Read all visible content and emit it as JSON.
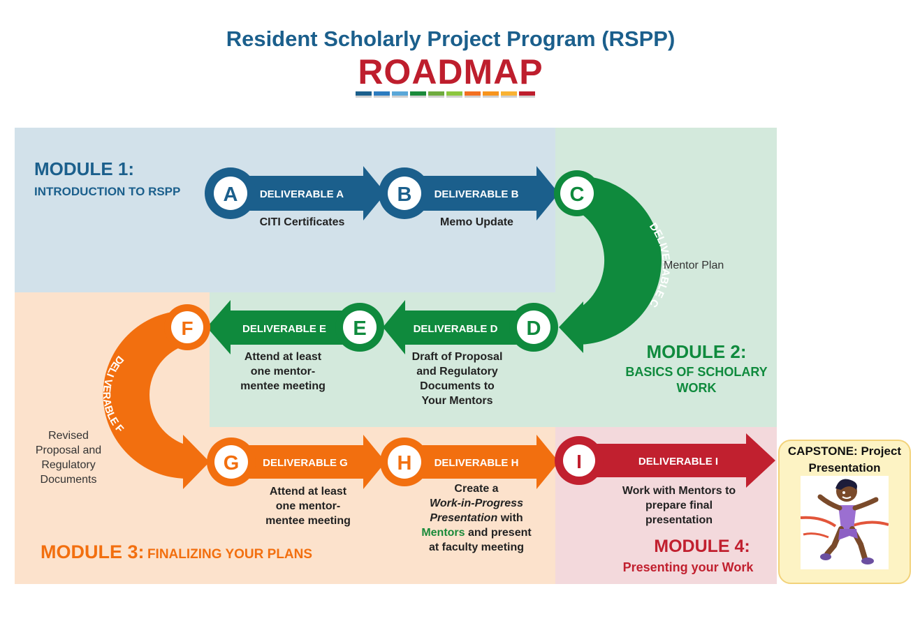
{
  "header": {
    "subtitle": "Resident Scholarly Project Program (RSPP)",
    "title": "ROADMAP",
    "bar_colors": [
      "#1b5f8c",
      "#2b7bbf",
      "#5aa7d8",
      "#1a8a3a",
      "#6fab3e",
      "#8cc63e",
      "#f37021",
      "#f7941d",
      "#f9b233",
      "#be1e2d"
    ]
  },
  "colors": {
    "blue": "#1b5f8c",
    "green": "#0f8a3d",
    "orange": "#f26f0f",
    "red": "#c1202f",
    "zone_blue": "#d2e1ea",
    "zone_green": "#d3e9dc",
    "zone_peach": "#fce2cc",
    "zone_pink": "#f3d9dc"
  },
  "modules": [
    {
      "title": "MODULE 1:",
      "subtitle": "INTRODUCTION TO RSPP"
    },
    {
      "title": "MODULE 2:",
      "subtitle": "BASICS OF SCHOLARY WORK"
    },
    {
      "title": "MODULE 3:",
      "subtitle": "FINALIZING YOUR PLANS"
    },
    {
      "title": "MODULE 4:",
      "subtitle": "Presenting your Work"
    }
  ],
  "deliverables": [
    {
      "letter": "A",
      "label": "DELIVERABLE A",
      "desc": "CITI Certificates"
    },
    {
      "letter": "B",
      "label": "DELIVERABLE B",
      "desc": "Memo Update"
    },
    {
      "letter": "C",
      "label": "DELIVERABLE C",
      "desc": "Mentor Plan"
    },
    {
      "letter": "D",
      "label": "DELIVERABLE D",
      "desc": "Draft of Proposal and Regulatory Documents to Your Mentors"
    },
    {
      "letter": "E",
      "label": "DELIVERABLE E",
      "desc": "Attend at least one mentor-mentee meeting"
    },
    {
      "letter": "F",
      "label": "DELI VERABLE F",
      "desc": "Revised Proposal and Regulatory Documents"
    },
    {
      "letter": "G",
      "label": "DELIVERABLE G",
      "desc": "Attend at least one mentor-mentee meeting"
    },
    {
      "letter": "H",
      "label": "DELIVERABLE H",
      "desc_parts": [
        "Create a",
        "Work-in-Progress",
        "Presentation",
        "with",
        "Mentors",
        "and present",
        "at faculty meeting"
      ]
    },
    {
      "letter": "I",
      "label": "DELIVERABLE I",
      "desc": "Work with Mentors to prepare final presentation"
    }
  ],
  "capstone": {
    "title": "CAPSTONE: Project Presentation",
    "image_icon": "runner-finish-line-icon"
  }
}
